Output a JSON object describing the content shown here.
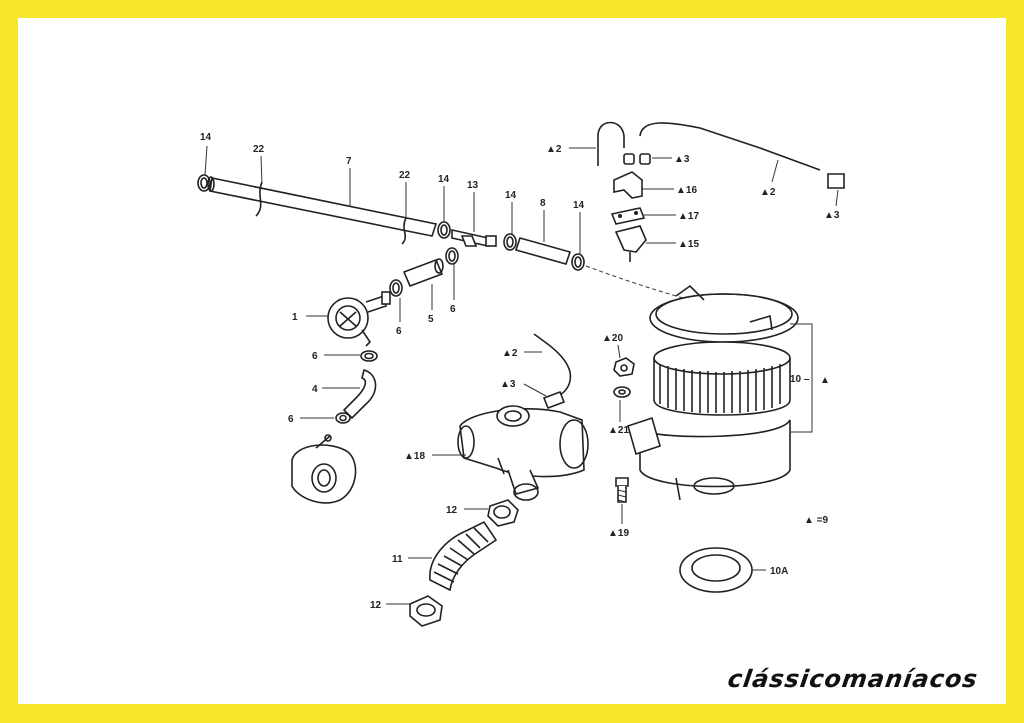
{
  "labels": {
    "l14a": "14",
    "l22a": "22",
    "l7": "7",
    "l22b": "22",
    "l14b": "14",
    "l13": "13",
    "l14c": "14",
    "l8": "8",
    "l14d": "14",
    "l1": "1",
    "l6a": "6",
    "l5": "5",
    "l6b": "6",
    "l6c": "6",
    "l4": "4",
    "l6d": "6",
    "l2a": "▲2",
    "l3a": "▲3",
    "l16": "▲16",
    "l2b": "▲2",
    "l3b": "▲3",
    "l17": "▲17",
    "l15": "▲15",
    "l2c": "▲2",
    "l3c": "▲3",
    "l20": "▲20",
    "l10": "10 –",
    "l10tri": "▲",
    "l21": "▲21",
    "l18": "▲18",
    "l12a": "12",
    "l11": "11",
    "l12b": "12",
    "l19": "▲19",
    "l10a": "10A",
    "lnote": "▲ =9"
  },
  "brand": "clássicomaníacos",
  "colors": {
    "border": "#f7e62a",
    "paper": "#ffffff",
    "ink": "#222222"
  }
}
